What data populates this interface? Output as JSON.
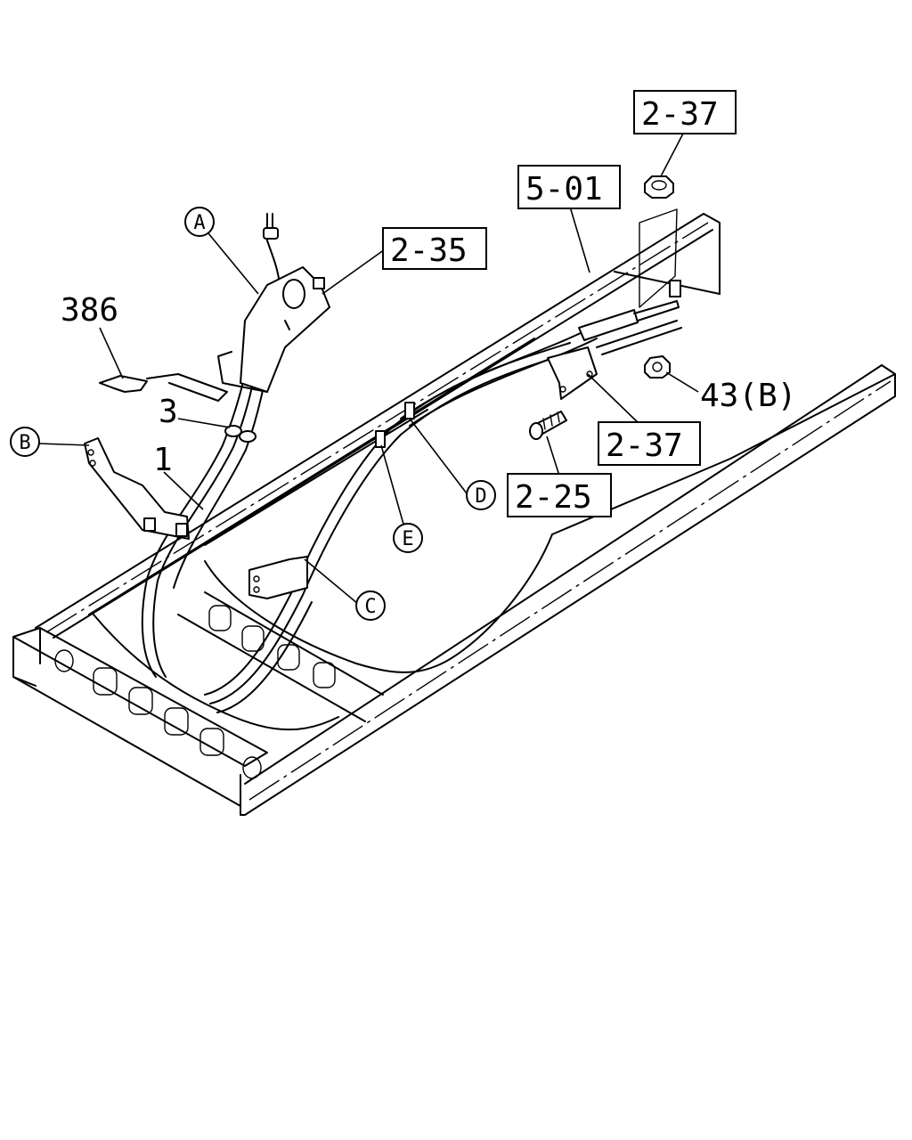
{
  "diagram": {
    "boxed_refs": {
      "ref_2_37_top": "2-37",
      "ref_5_01": "5-01",
      "ref_2_35": "2-35",
      "ref_2_37_mid": "2-37",
      "ref_2_25": "2-25"
    },
    "part_numbers": {
      "part_386": "386",
      "part_3": "3",
      "part_1": "1",
      "part_43b": "43(B)"
    },
    "callouts": {
      "callout_a": "A",
      "callout_b": "B",
      "callout_c": "C",
      "callout_d": "D",
      "callout_e": "E"
    }
  }
}
